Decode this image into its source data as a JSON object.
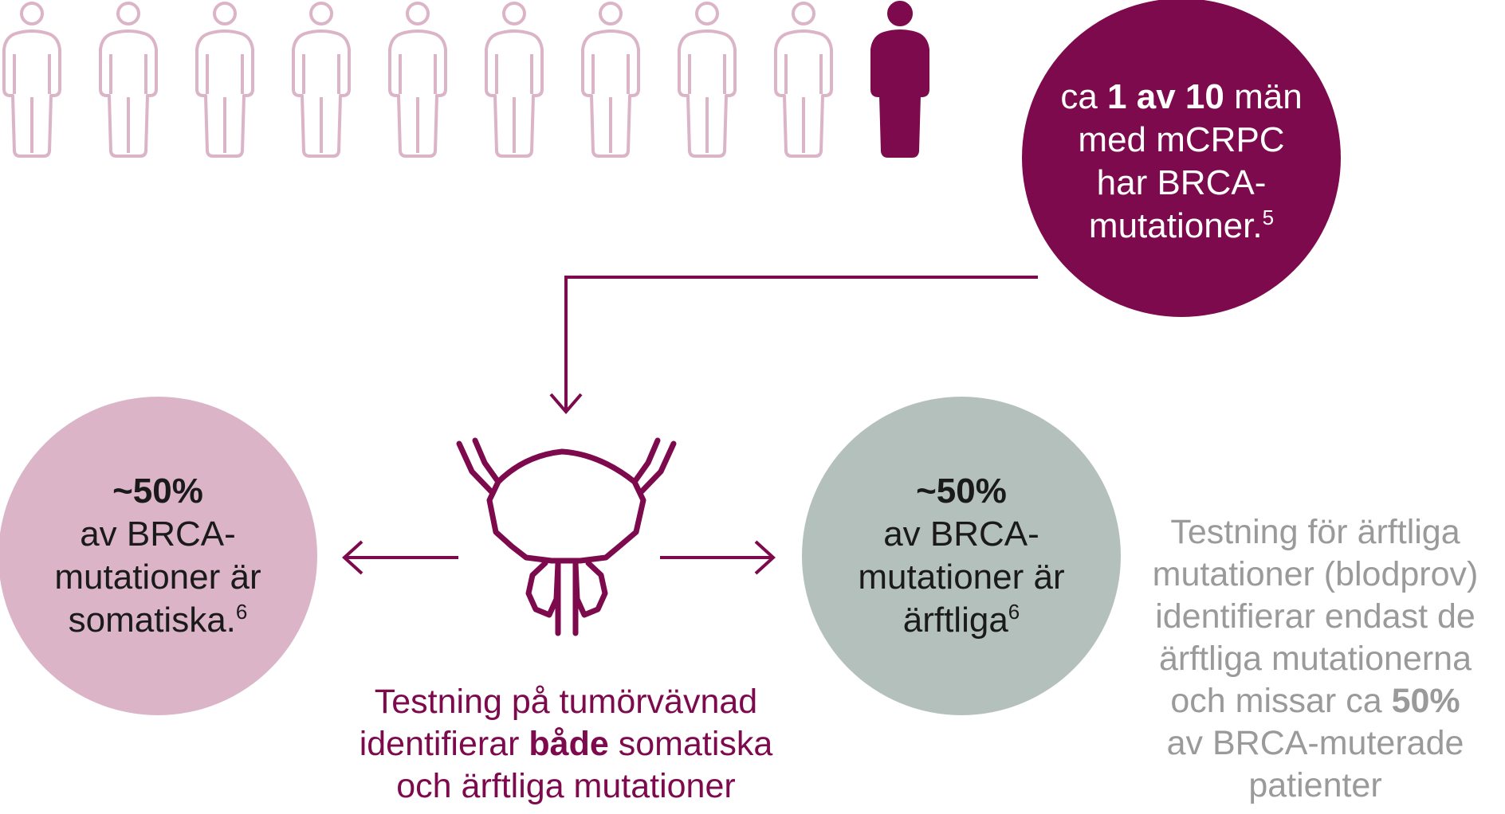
{
  "colors": {
    "accent": "#7d0a4d",
    "pink_light": "#dbb4c8",
    "sage": "#b4c0bc",
    "figure_outline": "#dbb4c8",
    "figure_solid": "#7d0a4d",
    "note_text": "#9a9a9a"
  },
  "population": {
    "icon": "person-icon",
    "total": 10,
    "highlighted": 1
  },
  "brca_circle": {
    "prefix": "ca",
    "bold": "1 av 10",
    "suffix": "män",
    "line2": "med mCRPC",
    "line3": "har BRCA-",
    "line4": "mutationer.",
    "ref": "5"
  },
  "somatic_circle": {
    "bold": "~50%",
    "line2": "av BRCA-",
    "line3": "mutationer är",
    "line4": "somatiska.",
    "ref": "6"
  },
  "hereditary_circle": {
    "bold": "~50%",
    "line2": "av BRCA-",
    "line3": "mutationer är",
    "line4": "ärftliga",
    "ref": "6"
  },
  "tumor_testing": {
    "icon": "prostate-bladder-icon",
    "line1": "Testning på tumörvävnad",
    "line2_pre": "identifierar",
    "line2_bold": "både",
    "line2_post": "somatiska",
    "line3": "och ärftliga mutationer"
  },
  "blood_testing": {
    "line1": "Testning för ärftliga",
    "line2": "mutationer (blodprov)",
    "line3": "identifierar endast de",
    "line4": "ärftliga mutationerna",
    "line5_pre": "och missar ca",
    "line5_bold": "50%",
    "line6": "av BRCA-muterade",
    "line7": "patienter"
  }
}
